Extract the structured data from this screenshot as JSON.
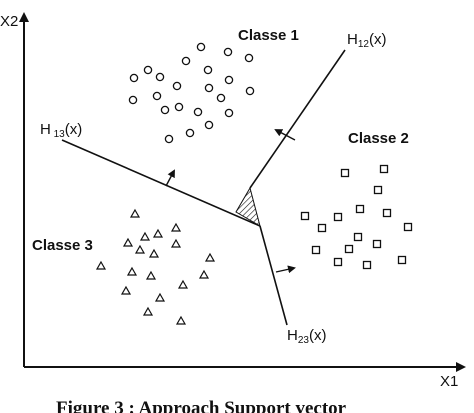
{
  "axes": {
    "x_label": "X1",
    "y_label": "X2"
  },
  "class_labels": {
    "c1": "Classe 1",
    "c2": "Classe 2",
    "c3": "Classe 3"
  },
  "hyperplanes": {
    "h12": {
      "main": "H",
      "sub": "12",
      "suffix": "(x)"
    },
    "h13": {
      "main": "H",
      "sub": " 13",
      "suffix": "(x)"
    },
    "h23": {
      "main": "H",
      "sub": "23",
      "suffix": "(x)"
    }
  },
  "caption": "Figure 3 : Approach Support vector",
  "colors": {
    "ink": "#111111",
    "background": "#ffffff"
  }
}
